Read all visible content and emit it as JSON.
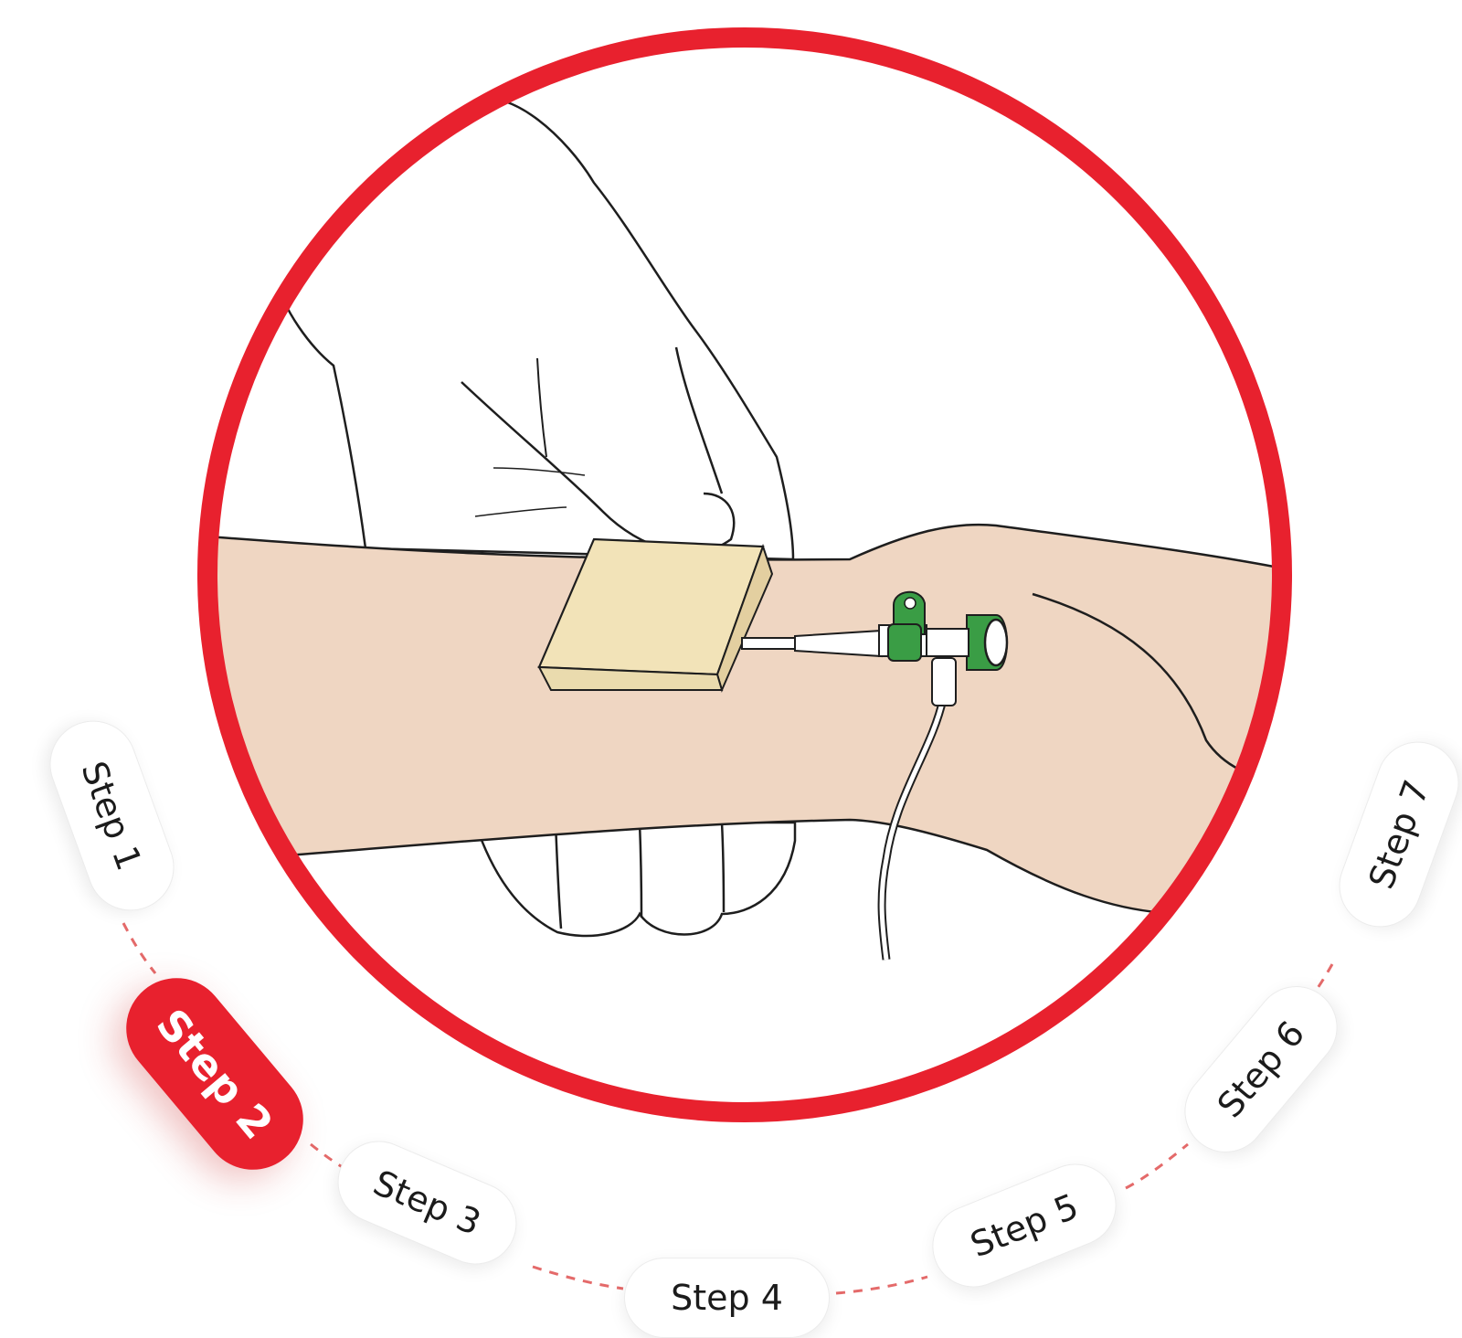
{
  "illustration": {
    "subject": "gloved hand pressing gauze pad onto forearm beside cannula with IV line",
    "colors": {
      "ring": "#e8212e",
      "skin": "#efd6c2",
      "gauze": "#f2e3b8",
      "cannula_hub": "#3a9d45",
      "outline": "#1e1e1e",
      "background": "#ffffff"
    }
  },
  "steps": {
    "items": [
      {
        "label": "Step 1",
        "active": false
      },
      {
        "label": "Step 2",
        "active": true
      },
      {
        "label": "Step 3",
        "active": false
      },
      {
        "label": "Step 4",
        "active": false
      },
      {
        "label": "Step 5",
        "active": false
      },
      {
        "label": "Step 6",
        "active": false
      },
      {
        "label": "Step 7",
        "active": false
      }
    ],
    "active_color": "#e8212e",
    "connector_color": "#e46a6a"
  }
}
